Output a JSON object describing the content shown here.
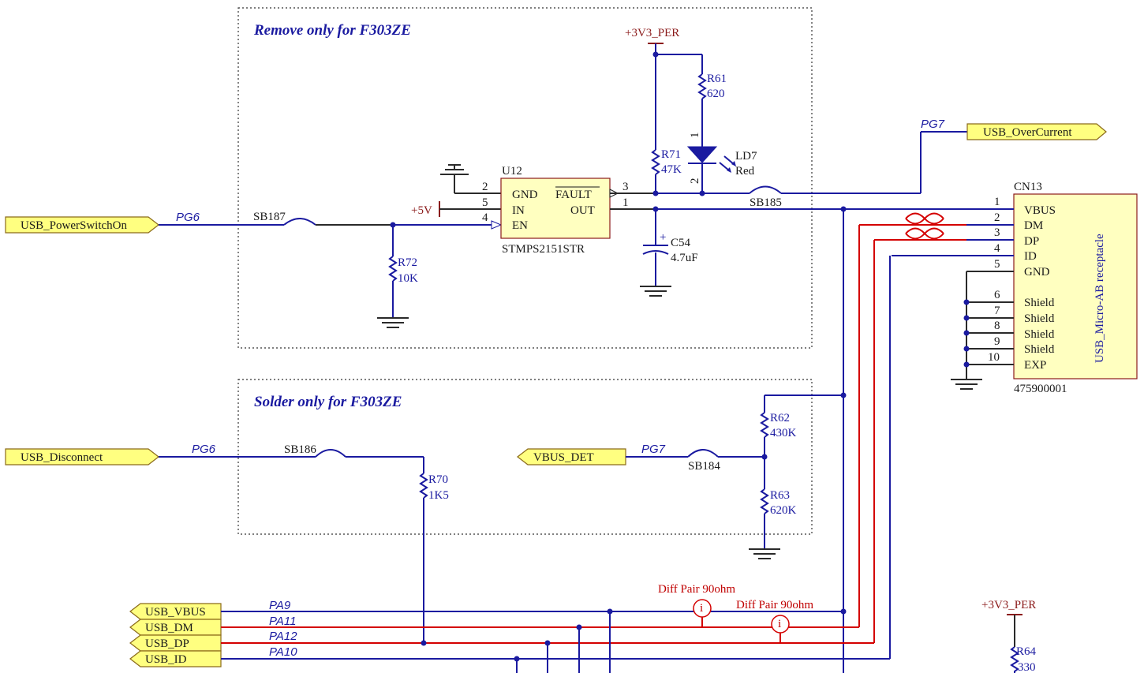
{
  "sections": {
    "remove_title": "Remove only for F303ZE",
    "solder_title": "Solder only for F303ZE"
  },
  "ports": {
    "power_switch": "USB_PowerSwitchOn",
    "disconnect": "USB_Disconnect",
    "overcurrent": "USB_OverCurrent",
    "vbus_det": "VBUS_DET",
    "usb_vbus": "USB_VBUS",
    "usb_dm": "USB_DM",
    "usb_dp": "USB_DP",
    "usb_id": "USB_ID"
  },
  "nets": {
    "pg6_a": "PG6",
    "pg6_b": "PG6",
    "pg7_a": "PG7",
    "pg7_b": "PG7",
    "pa9": "PA9",
    "pa11": "PA11",
    "pa12": "PA12",
    "pa10": "PA10"
  },
  "power": {
    "v33_per_top": "+3V3_PER",
    "v33_per_bottom": "+3V3_PER",
    "v5": "+5V"
  },
  "bridges": {
    "sb187": "SB187",
    "sb185": "SB185",
    "sb186": "SB186",
    "sb184": "SB184"
  },
  "resistors": {
    "r61": {
      "ref": "R61",
      "value": "620"
    },
    "r71": {
      "ref": "R71",
      "value": "47K"
    },
    "r72": {
      "ref": "R72",
      "value": "10K"
    },
    "r62": {
      "ref": "R62",
      "value": "430K"
    },
    "r63": {
      "ref": "R63",
      "value": "620K"
    },
    "r70": {
      "ref": "R70",
      "value": "1K5"
    },
    "r64": {
      "ref": "R64",
      "value": "330"
    }
  },
  "capacitor": {
    "ref": "C54",
    "value": "4.7uF"
  },
  "led": {
    "ref": "LD7",
    "value": "Red",
    "pin1": "1",
    "pin2": "2"
  },
  "ic": {
    "ref": "U12",
    "part": "STMPS2151STR",
    "pins": [
      {
        "num": "2",
        "name": "GND"
      },
      {
        "num": "5",
        "name": "IN"
      },
      {
        "num": "4",
        "name": "EN"
      },
      {
        "num": "3",
        "name": "FAULT"
      },
      {
        "num": "1",
        "name": "OUT"
      }
    ]
  },
  "connector": {
    "ref": "CN13",
    "type": "USB_Micro-AB receptacle",
    "part": "475900001",
    "pins": [
      {
        "num": "1",
        "name": "VBUS"
      },
      {
        "num": "2",
        "name": "DM"
      },
      {
        "num": "3",
        "name": "DP"
      },
      {
        "num": "4",
        "name": "ID"
      },
      {
        "num": "5",
        "name": "GND"
      },
      {
        "num": "6",
        "name": "Shield"
      },
      {
        "num": "7",
        "name": "Shield"
      },
      {
        "num": "8",
        "name": "Shield"
      },
      {
        "num": "9",
        "name": "Shield"
      },
      {
        "num": "10",
        "name": "EXP"
      }
    ]
  },
  "diff_pair": {
    "label_1": "Diff Pair 90ohm",
    "label_2": "Diff Pair 90ohm"
  },
  "colors": {
    "wire": "#1a1aa0",
    "diff_wire": "#d40000",
    "port_fill": "#ffff80",
    "component_fill": "#ffffc0"
  }
}
